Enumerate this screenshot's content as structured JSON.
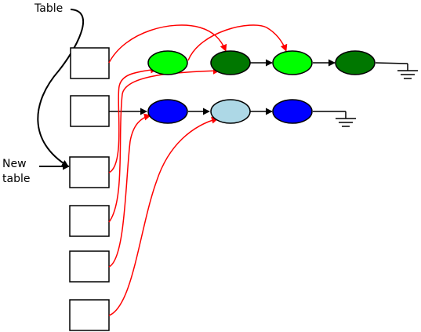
{
  "labels": {
    "table": "Table",
    "new_table_line1": "New",
    "new_table_line2": "table"
  },
  "colors": {
    "light_green": "#00ff00",
    "dark_green": "#007700",
    "blue": "#0000ff",
    "light_blue": "#add8e6",
    "rehash_arrow": "#ff0000",
    "chain_arrow": "#000000"
  }
}
